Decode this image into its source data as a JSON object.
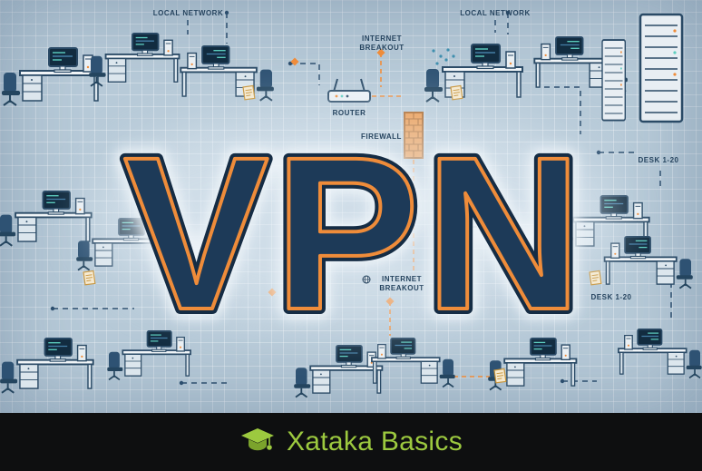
{
  "image": {
    "description": "Blueprint-style illustration of office workstations connected in local networks with routers, firewall and internet breakouts, with a large VPN title and Xataka Basics brand bar"
  },
  "title": {
    "text": "VPN"
  },
  "diagram_labels": {
    "local_network_left": "LOCAL NETWORK",
    "local_network_right": "LOCAL NETWORK",
    "internet_breakout_top": "INTERNET BREAKOUT",
    "router": "ROUTER",
    "firewall": "FIREWALL",
    "desk_range_top_right": "DESK 1-20",
    "internet_breakout_middle": "INTERNET BREAKOUT",
    "desk_range_middle_right": "DESK 1-20"
  },
  "footer": {
    "brand": "Xataka Basics"
  },
  "colors": {
    "brand_green": "#9cc93f",
    "footer_bg": "#0e0f10",
    "blueprint_bg": "#b7cad8",
    "outline_navy": "#2a4a66",
    "vpn_fill": "#1d3a58",
    "vpn_outline": "#ef8c3a",
    "accent_orange": "#ef8c3a",
    "screen_teal": "#5ecfc0"
  }
}
